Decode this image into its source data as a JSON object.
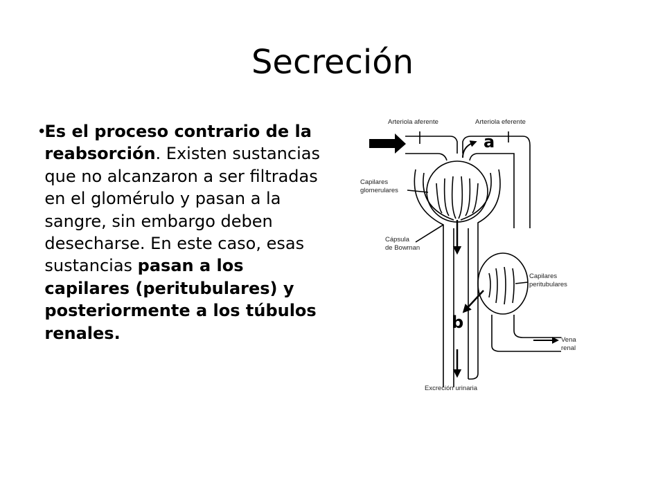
{
  "slide": {
    "title": "Secreción",
    "bullet": {
      "marker": "•",
      "bold1": "Es el proceso contrario de la reabsorción",
      "normal1": ". Existen sustancias que no alcanzaron a ser filtradas en el glomérulo y pasan a la sangre, sin embargo deben desecharse. En este caso, esas sustancias ",
      "bold2": "pasan a los capilares (peritubulares) y posteriormente a los túbulos renales."
    }
  },
  "diagram": {
    "labels": {
      "afferent": "Arteriola aferente",
      "efferent": "Arteriola eferente",
      "glomerular_1": "Capilares",
      "glomerular_2": "glomerulares",
      "bowman_1": "Cápsula",
      "bowman_2": "de Bowman",
      "peritubular_1": "Capilares",
      "peritubular_2": "peritubulares",
      "vein_1": "Vena",
      "vein_2": "renal",
      "excretion": "Excreción urinaria",
      "marker_a": "a",
      "marker_b": "b"
    },
    "colors": {
      "line": "#000000",
      "text": "#222222"
    }
  }
}
